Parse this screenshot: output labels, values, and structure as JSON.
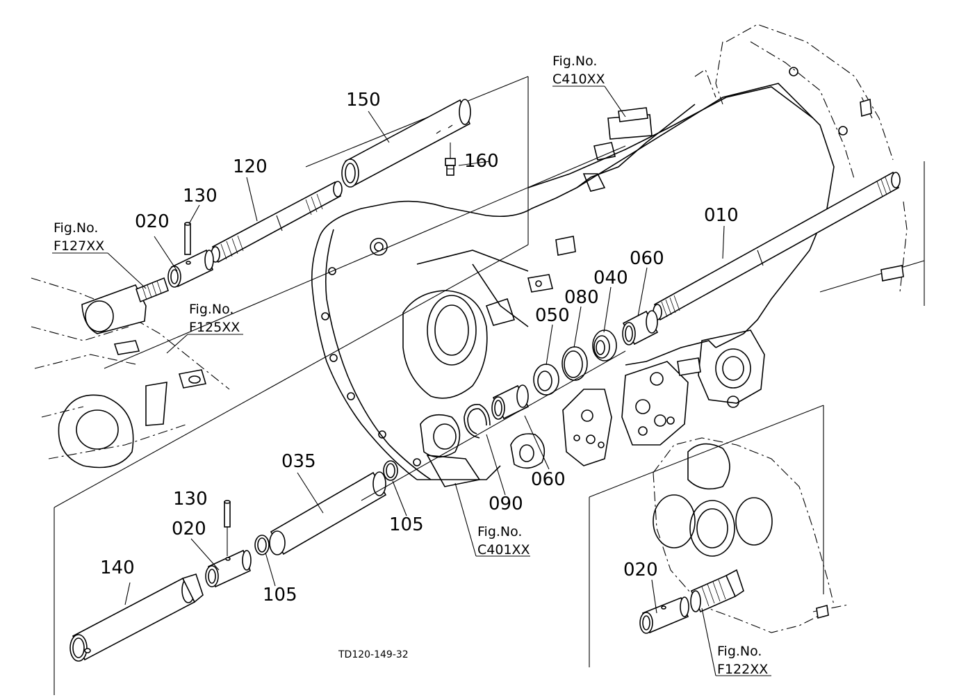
{
  "drawing_code": "TD120-149-32",
  "part_labels": [
    "150",
    "160",
    "120",
    "130",
    "020",
    "010",
    "060",
    "040",
    "080",
    "050",
    "035",
    "105",
    "090",
    "060",
    "130",
    "020",
    "105",
    "140",
    "020"
  ],
  "fig_refs": [
    {
      "title": "Fig.No.",
      "code": "C410XX"
    },
    {
      "title": "Fig.No.",
      "code": "F127XX"
    },
    {
      "title": "Fig.No.",
      "code": "F125XX"
    },
    {
      "title": "Fig.No.",
      "code": "C401XX"
    },
    {
      "title": "Fig.No.",
      "code": "F122XX"
    }
  ]
}
